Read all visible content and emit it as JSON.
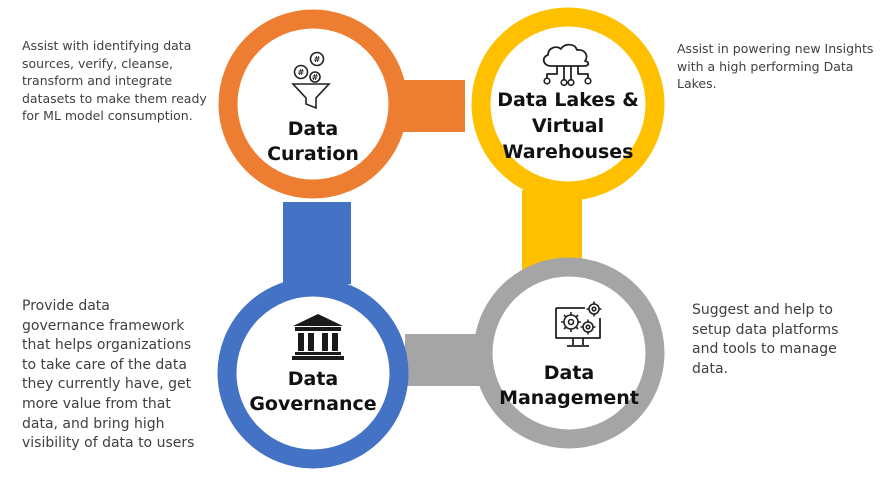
{
  "colors": {
    "curation": "#ED7D31",
    "lakes": "#FFC000",
    "governance": "#4472C4",
    "management": "#A5A5A5",
    "title_text": "#111111",
    "description_text": "#404040"
  },
  "nodes": {
    "curation": {
      "title": "Data\nCuration",
      "icon": "data-filter-funnel-icon",
      "description": "Assist with identifying data\nsources, verify, cleanse,\ntransform and integrate\ndatasets to make them ready\nfor ML model consumption."
    },
    "lakes": {
      "title": "Data Lakes &\nVirtual\nWarehouses",
      "icon": "cloud-network-icon",
      "description": "Assist in powering new Insights\nwith a high performing Data\nLakes."
    },
    "governance": {
      "title": "Data\nGovernance",
      "icon": "institution-building-icon",
      "description": "Provide data\ngovernance framework\nthat helps organizations\nto take care of the data\nthey currently have, get\nmore value from that\ndata, and bring high\nvisibility of data to users"
    },
    "management": {
      "title": "Data\nManagement",
      "icon": "monitor-gears-icon",
      "description": "Suggest and help to\nsetup data platforms\nand tools to manage\ndata."
    }
  }
}
